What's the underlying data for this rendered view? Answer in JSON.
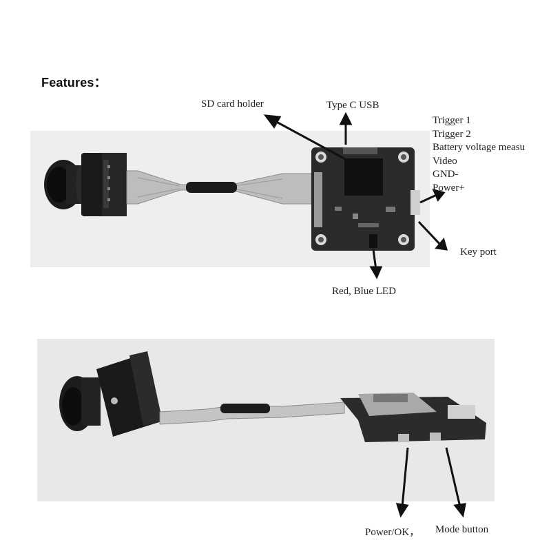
{
  "heading": "Features：",
  "top_photo": {
    "labels": {
      "sd_card": "SD card holder",
      "usb": "Type C USB",
      "led": "Red, Blue LED",
      "key_port": "Key port"
    },
    "pins": [
      "Trigger 1",
      "Trigger 2",
      "Battery voltage measu",
      "Video",
      "GND-",
      "Power+"
    ]
  },
  "bottom_photo": {
    "labels": {
      "power": "Power/OK，",
      "mode": "Mode button"
    }
  },
  "colors": {
    "background": "#ffffff",
    "photo_bg": "#eeeeee",
    "pcb": "#2b2b2b",
    "arrow": "#111111"
  }
}
